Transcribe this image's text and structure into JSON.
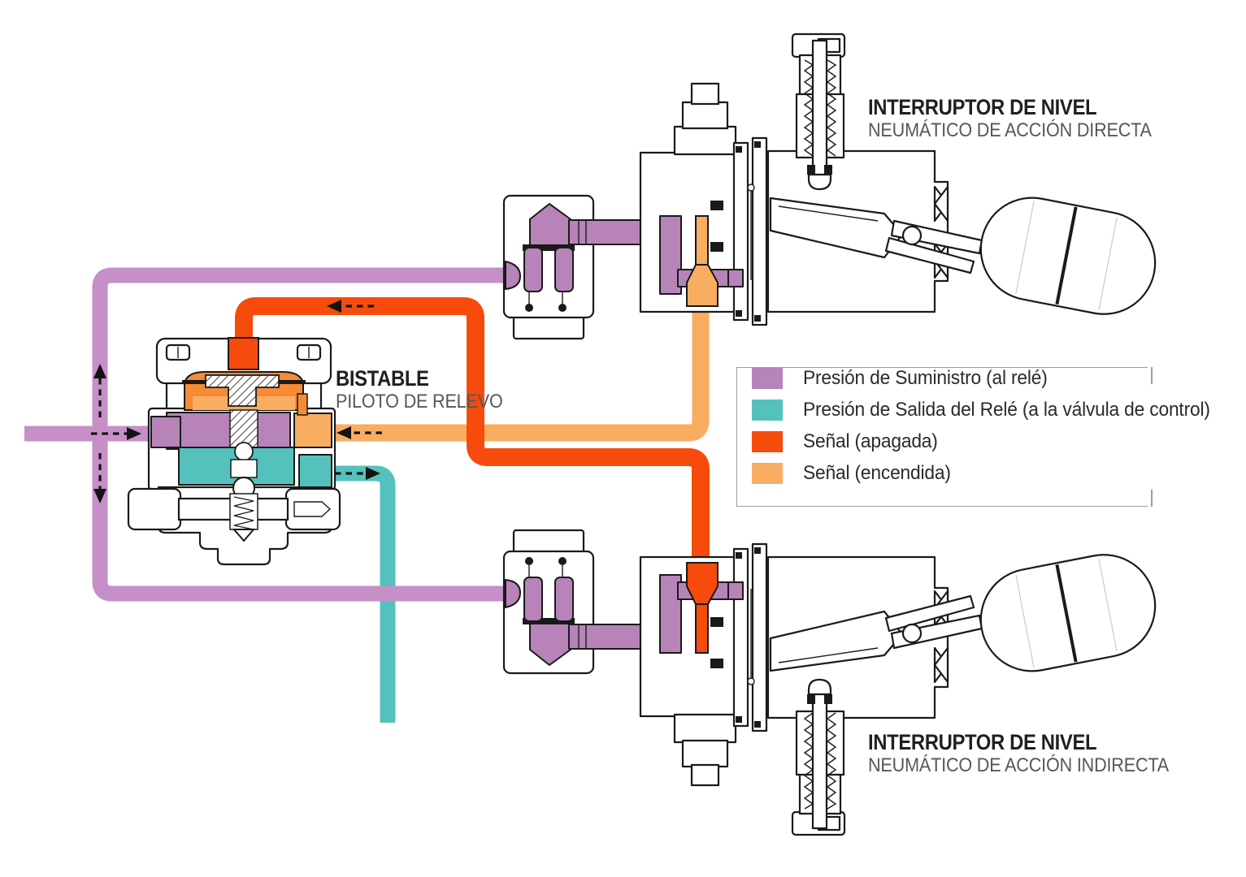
{
  "diagram": {
    "pilot_label": {
      "title": "BISTABLE",
      "subtitle": "PILOTO DE RELEVO"
    },
    "direct_label": {
      "title": "INTERRUPTOR DE NIVEL",
      "subtitle": "NEUMÁTICO DE ACCIÓN DIRECTA"
    },
    "indirect_label": {
      "title": "INTERRUPTOR DE NIVEL",
      "subtitle": "NEUMÁTICO DE ACCIÓN INDIRECTA"
    }
  },
  "legend": {
    "items": [
      {
        "label": "Presión de Suministro (al relé)",
        "swatch": "supply"
      },
      {
        "label": "Presión de Salida del Relé (a la válvula de control)",
        "swatch": "relay_output"
      },
      {
        "label": "Señal (apagada)",
        "swatch": "signal_off"
      },
      {
        "label": "Señal (encendida)",
        "swatch": "signal_on"
      }
    ]
  },
  "colors": {
    "supply": "#b783b9",
    "supply_pipe": "#c68fc7",
    "relay_output": "#55c1bc",
    "signal_off": "#f64b0c",
    "signal_on": "#f9ad61",
    "diaphragm_orange": "#f58b35",
    "outline": "#1a1a1a",
    "label_title": "#231f20",
    "label_subtitle": "#55575b",
    "legend_border": "#9c9c9c"
  }
}
